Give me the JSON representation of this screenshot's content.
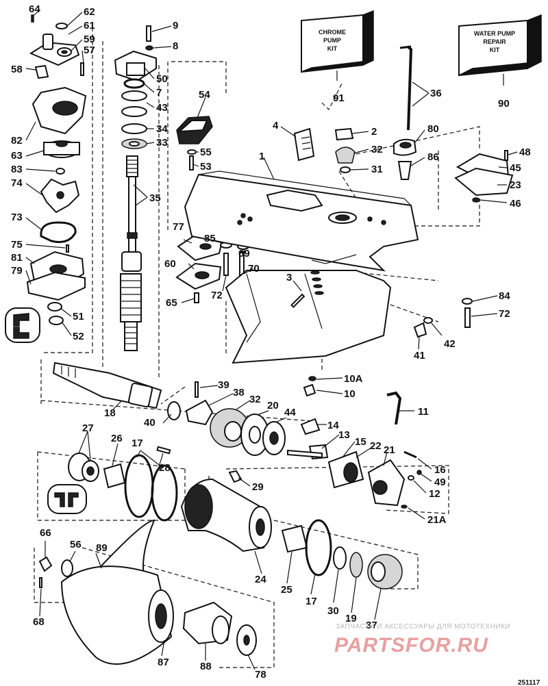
{
  "callouts": {
    "c64": "64",
    "c62": "62",
    "c61": "61",
    "c59": "59",
    "c57": "57",
    "c58": "58",
    "c82": "82",
    "c63": "63",
    "c83": "83",
    "c74": "74",
    "c73": "73",
    "c75": "75",
    "c81": "81",
    "c79": "79",
    "c51": "51",
    "c52": "52",
    "c9": "9",
    "c8": "8",
    "c50": "50",
    "c7": "7",
    "c43": "43",
    "c34": "34",
    "c33": "33",
    "c35": "35",
    "c54": "54",
    "c55": "55",
    "c53": "53",
    "c77": "77",
    "c85": "85",
    "c60": "60",
    "c69": "69",
    "c70": "70",
    "c72a": "72",
    "c65": "65",
    "c91": "91",
    "c36": "36",
    "c90": "90",
    "c4": "4",
    "c2": "2",
    "c32a": "32",
    "c31": "31",
    "c80": "80",
    "c86": "86",
    "c48": "48",
    "c45": "45",
    "c23": "23",
    "c46": "46",
    "c1": "1",
    "c3": "3",
    "c84": "84",
    "c72b": "72",
    "c42": "42",
    "c41": "41",
    "c10a": "10A",
    "c10": "10",
    "c39": "39",
    "c38": "38",
    "c32b": "32",
    "c20": "20",
    "c44": "44",
    "c11": "11",
    "c18": "18",
    "c40": "40",
    "c14": "14",
    "c13": "13",
    "c15": "15",
    "c22": "22",
    "c21": "21",
    "c16": "16",
    "c49": "49",
    "c12": "12",
    "c21a": "21A",
    "c27": "27",
    "c26": "26",
    "c17a": "17",
    "c28": "28",
    "c29": "29",
    "c66": "66",
    "c56": "56",
    "c89": "89",
    "c68": "68",
    "c24": "24",
    "c25": "25",
    "c17b": "17",
    "c30": "30",
    "c19": "19",
    "c37": "37",
    "c87": "87",
    "c88": "88",
    "c78": "78"
  },
  "kits": {
    "chrome_pump": [
      "CHROME",
      "PUMP",
      "KIT"
    ],
    "water_pump_repair": [
      "WATER PUMP",
      "REPAIR",
      "KIT"
    ]
  },
  "watermark": {
    "caption": "ЗАПЧАСТИ И АКСЕССУАРЫ ДЛЯ МОТОТЕХНИКИ",
    "logo": "PARTSFOR.RU"
  },
  "figure_code": "251117",
  "colors": {
    "ink": "#111111",
    "watermark_red": "#e8a0a0",
    "watermark_grey": "#b9b9b9"
  }
}
